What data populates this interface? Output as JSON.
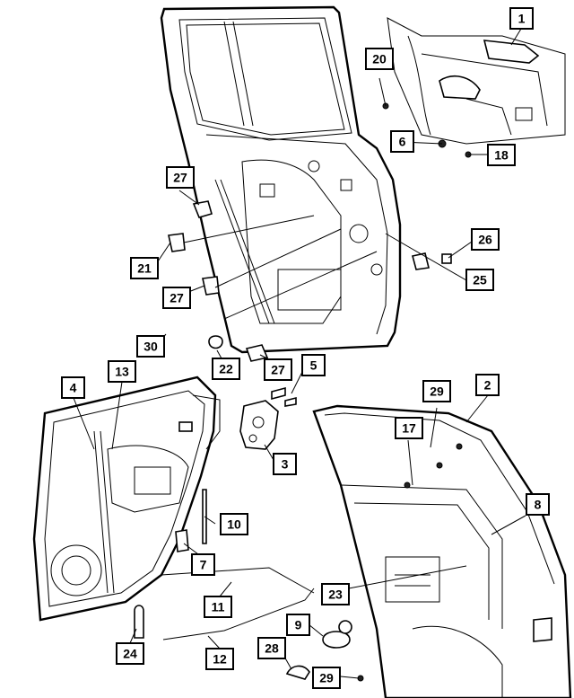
{
  "callouts": [
    {
      "id": "c1",
      "label": "1"
    },
    {
      "id": "c2",
      "label": "2"
    },
    {
      "id": "c3",
      "label": "3"
    },
    {
      "id": "c4",
      "label": "4"
    },
    {
      "id": "c5",
      "label": "5"
    },
    {
      "id": "c6",
      "label": "6"
    },
    {
      "id": "c7",
      "label": "7"
    },
    {
      "id": "c8",
      "label": "8"
    },
    {
      "id": "c9",
      "label": "9"
    },
    {
      "id": "c10",
      "label": "10"
    },
    {
      "id": "c11",
      "label": "11"
    },
    {
      "id": "c12",
      "label": "12"
    },
    {
      "id": "c13",
      "label": "13"
    },
    {
      "id": "c17",
      "label": "17"
    },
    {
      "id": "c18",
      "label": "18"
    },
    {
      "id": "c20",
      "label": "20"
    },
    {
      "id": "c21",
      "label": "21"
    },
    {
      "id": "c22",
      "label": "22"
    },
    {
      "id": "c23",
      "label": "23"
    },
    {
      "id": "c24",
      "label": "24"
    },
    {
      "id": "c25",
      "label": "25"
    },
    {
      "id": "c26",
      "label": "26"
    },
    {
      "id": "c27a",
      "label": "27"
    },
    {
      "id": "c27b",
      "label": "27"
    },
    {
      "id": "c27c",
      "label": "27"
    },
    {
      "id": "c28",
      "label": "28"
    },
    {
      "id": "c29a",
      "label": "29"
    },
    {
      "id": "c29b",
      "label": "29"
    },
    {
      "id": "c30",
      "label": "30"
    }
  ]
}
